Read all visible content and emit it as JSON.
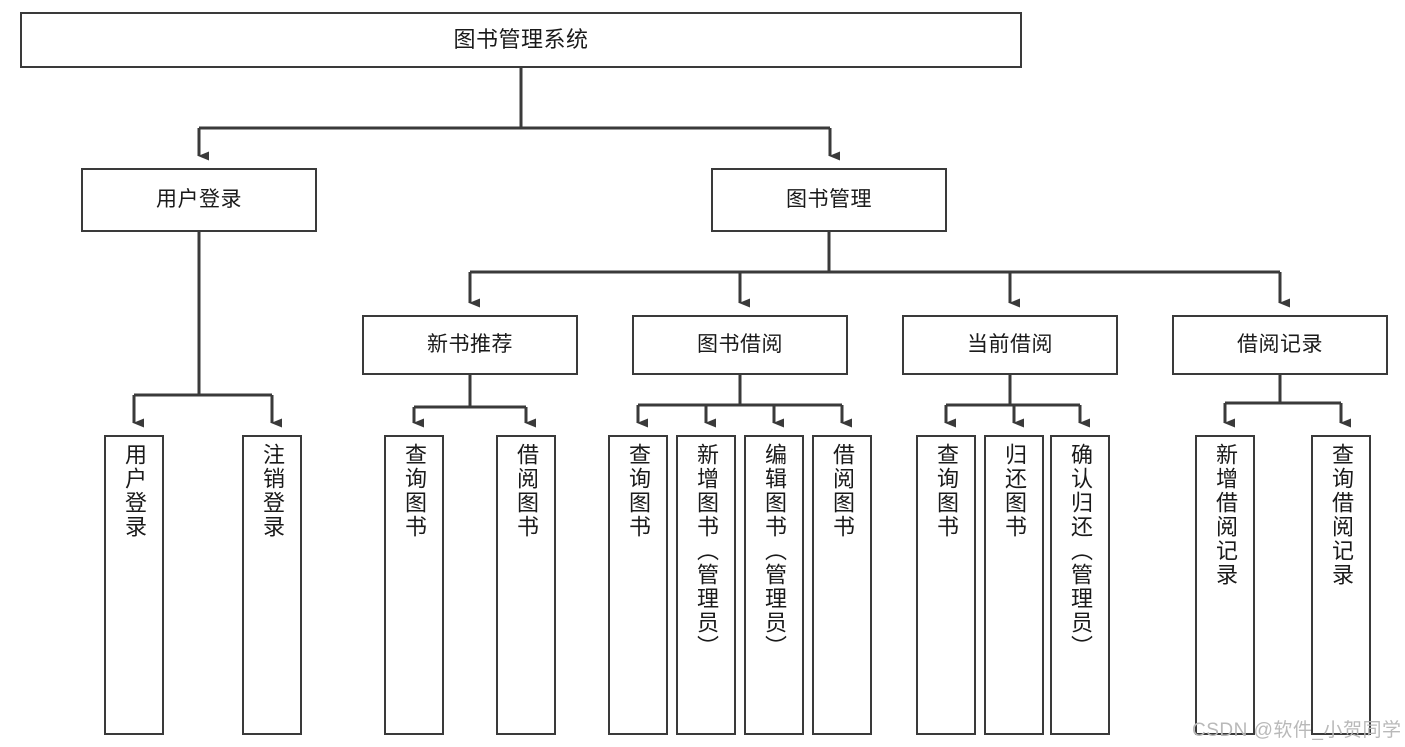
{
  "diagram": {
    "title": "图书管理系统",
    "type": "tree-hierarchy-diagram",
    "colors": {
      "node_border": "#3a3a3a",
      "node_fill": "#ffffff",
      "edge": "#3a3a3a",
      "text": "#1a1a1a",
      "watermark": "#b9b9b9",
      "background": "#ffffff"
    },
    "levels": {
      "level1": [
        {
          "id": "root",
          "label": "图书管理系统"
        }
      ],
      "level2": [
        {
          "id": "user-login",
          "label": "用户登录"
        },
        {
          "id": "book-management",
          "label": "图书管理"
        }
      ],
      "level3": [
        {
          "id": "new-book-recommend",
          "label": "新书推荐"
        },
        {
          "id": "book-borrow",
          "label": "图书借阅"
        },
        {
          "id": "current-borrow",
          "label": "当前借阅"
        },
        {
          "id": "borrow-record",
          "label": "借阅记录"
        }
      ],
      "level4": {
        "user_login_children": [
          {
            "id": "leaf-user-login",
            "label": "用户登录"
          },
          {
            "id": "leaf-logout",
            "label": "注销登录"
          }
        ],
        "new_book_recommend_children": [
          {
            "id": "leaf-query-book-1",
            "label": "查询图书"
          },
          {
            "id": "leaf-borrow-book-1",
            "label": "借阅图书"
          }
        ],
        "book_borrow_children": [
          {
            "id": "leaf-query-book-2",
            "label": "查询图书"
          },
          {
            "id": "leaf-add-book",
            "label": "新增图书（管理员）"
          },
          {
            "id": "leaf-edit-book",
            "label": "编辑图书（管理员）"
          },
          {
            "id": "leaf-borrow-book-2",
            "label": "借阅图书"
          }
        ],
        "current_borrow_children": [
          {
            "id": "leaf-query-book-3",
            "label": "查询图书"
          },
          {
            "id": "leaf-return-book",
            "label": "归还图书"
          },
          {
            "id": "leaf-confirm-return",
            "label": "确认归还（管理员）"
          }
        ],
        "borrow_record_children": [
          {
            "id": "leaf-add-record",
            "label": "新增借阅记录"
          },
          {
            "id": "leaf-query-record",
            "label": "查询借阅记录"
          }
        ]
      }
    },
    "watermark": "CSDN @软件_小贺同学"
  }
}
